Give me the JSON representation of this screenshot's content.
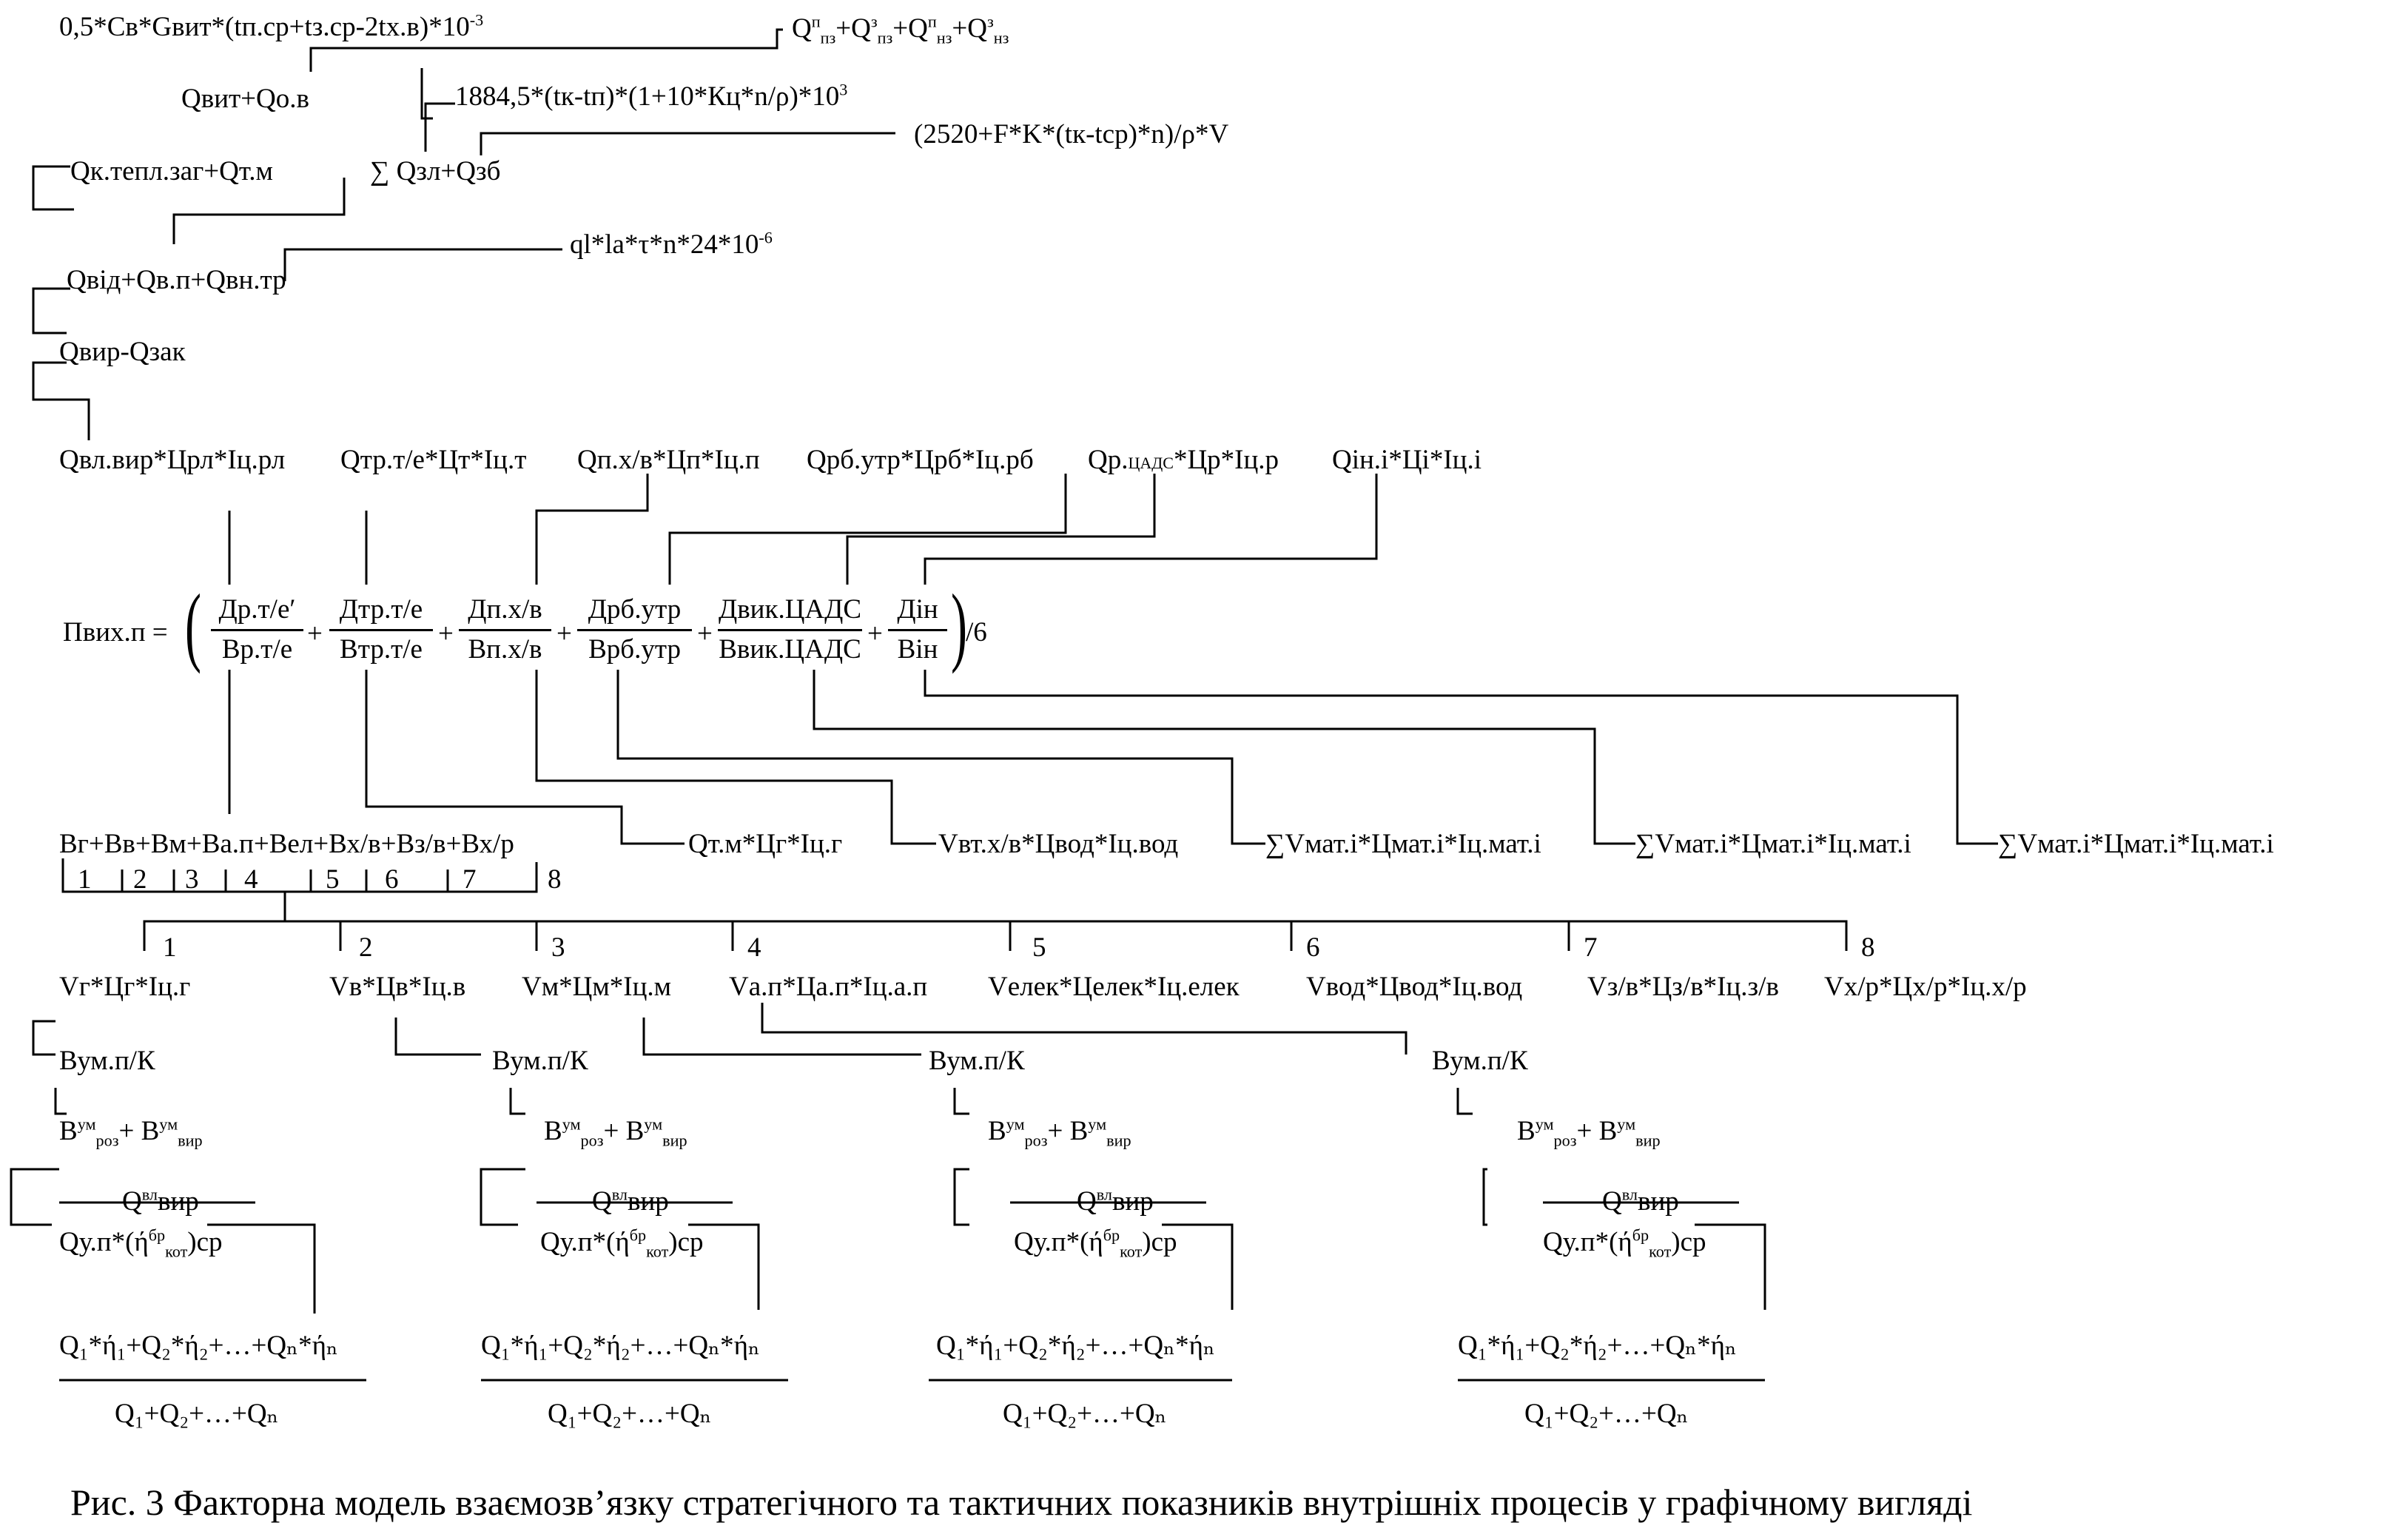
{
  "top": {
    "formula_cv": "0,5*Св*Gвит*(tп.ср+tз.ср-2tх.в)*10",
    "formula_cv_exp": "-3",
    "q_sum_p": "Q",
    "q_sum": [
      "п",
      "пз",
      "з",
      "пз",
      "п",
      "нз",
      "з",
      "нз"
    ],
    "qvit_qov": "Qвит+Qо.в",
    "f1884": "1884,5*(tк-tп)*(1+10*Кц*n/ρ)*10",
    "f1884_exp": "3",
    "f2520": "(2520+F*K*(tк-tср)*n)/ρ*V",
    "qk_tepl": "Qк.тепл.заг+Qт.м",
    "sum_qzl": "∑ Qзл+Qзб",
    "ql": "ql*la*τ*n*24*10",
    "ql_exp": "-6",
    "qvid": "Qвід+Qв.п+Qвн.тр",
    "qvir": "Qвир-Qзак"
  },
  "row_prices": {
    "c1": "Qвл.вир*Црл*Іц.рл",
    "c2": "Qтр.т/е*Цт*Іц.т",
    "c3": "Qп.х/в*Цп*Іц.п",
    "c4": "Qрб.утр*Црб*Іц.рб",
    "c5_a": "Qр.",
    "c5_b": "ЦАДС",
    "c5_c": "*Цр*Іц.р",
    "c6": "Qін.і*Ці*Іц.і"
  },
  "main_formula": {
    "lhs": "Пвих.п =",
    "fractions": [
      {
        "num": "Др.т/е′",
        "den": "Вр.т/е"
      },
      {
        "num": "Дтр.т/е",
        "den": "Втр.т/е"
      },
      {
        "num": "Дп.х/в",
        "den": "Вп.х/в"
      },
      {
        "num": "Дрб.утр",
        "den": "Врб.утр"
      },
      {
        "num": "Двик.ЦАДС",
        "den": "Ввик.ЦАДС"
      },
      {
        "num": "Дін",
        "den": "Він"
      }
    ],
    "plus": "+",
    "div6": "/6"
  },
  "costs_row": {
    "sum_b": "Вг+Вв+Вм+Ва.п+Вел+Вх/в+Вз/в+Вх/р",
    "qtm": "Qт.м*Цг*Іц.г",
    "vvt": "Vвт.х/в*Цвод*Іц.вод",
    "vmat1": "∑Vмат.і*Цмат.і*Іц.мат.і",
    "vmat2": "∑Vмат.і*Цмат.і*Іц.мат.і",
    "vmat3": "∑Vмат.і*Цмат.і*Іц.мат.і"
  },
  "index_boxes": [
    "1",
    "2",
    "3",
    "4",
    "5",
    "6",
    "7",
    "8"
  ],
  "branches": {
    "nums": [
      "1",
      "2",
      "3",
      "4",
      "5",
      "6",
      "7",
      "8"
    ],
    "labels": [
      "Vг*Цг*Іц.г",
      "Vв*Цв*Іц.в",
      "Vм*Цм*Іц.м",
      "Vа.п*Ца.п*Іц.а.п",
      "Vелек*Целек*Іц.елек",
      "Vвод*Цвод*Іц.вод",
      "Vз/в*Цз/в*Іц.з/в",
      "Vх/р*Цх/р*Іц.х/р"
    ]
  },
  "sub_chain": {
    "vum": "Вум.п/К",
    "b_roz_a": "В",
    "b_roz_sup": "ум",
    "b_roz_sub": "роз",
    "b_plus": "+ В",
    "b_vir_sup": "ум",
    "b_vir_sub": "вир",
    "qvl_q": "Q",
    "qvl_sup": "вл",
    "qvl_tail": "вир",
    "qup_a": "Qу.п*(ή",
    "qup_sup": "бр",
    "qup_sub": "кот",
    "qup_tail": ")ср",
    "eff_num": "Q₁*ή₁+Q₂*ή₂+…+Qₙ*ήₙ",
    "eff_den": "Q₁+Q₂+…+Qₙ"
  },
  "caption": "Рис. 3 Факторна модель взаємозв’язку стратегічного та тактичних показників внутрішніх процесів у графічному вигляді"
}
